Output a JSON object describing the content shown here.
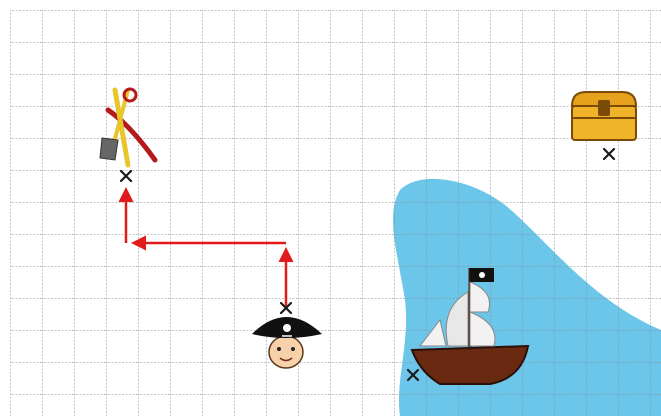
{
  "board": {
    "grid_color": "#8a8a8a",
    "paper_color": "#ffffff",
    "sea_color": "#5cc0e8"
  },
  "path": {
    "color": "#e11b1b",
    "description_steps": [
      "up 2",
      "left 5",
      "up 2"
    ]
  },
  "items": [
    {
      "name": "pirate",
      "icon": "pirate-head-icon"
    },
    {
      "name": "shovel-and-pickaxe",
      "icon": "digging-tools-icon"
    },
    {
      "name": "treasure-chest",
      "icon": "treasure-chest-icon"
    },
    {
      "name": "pirate-ship",
      "icon": "ship-icon"
    }
  ],
  "markers": [
    {
      "name": "pirate-cross",
      "symbol": "×"
    },
    {
      "name": "tools-cross",
      "symbol": "×"
    },
    {
      "name": "treasure-cross",
      "symbol": "×"
    },
    {
      "name": "ship-cross",
      "symbol": "×"
    }
  ]
}
